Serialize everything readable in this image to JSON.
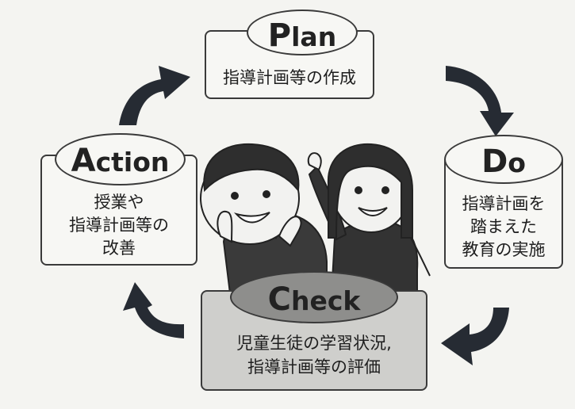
{
  "plan": {
    "label_initial": "P",
    "label_rest": "lan",
    "text": "指導計画等の作成"
  },
  "do": {
    "label_initial": "D",
    "label_rest": "o",
    "lines": [
      "指導計画を",
      "踏まえた",
      "教育の実施"
    ]
  },
  "check": {
    "label_initial": "C",
    "label_rest": "heck",
    "lines": [
      "児童生徒の学習状況,",
      "指導計画等の評価"
    ]
  },
  "action": {
    "label_initial": "A",
    "label_rest": "ction",
    "lines": [
      "授業や",
      "指導計画等の",
      "改善"
    ]
  },
  "colors": {
    "arrow": "#262b33",
    "outline": "#3a3a3a",
    "check_fill": "#cfcfcc",
    "check_pill_fill": "#8e8e8c"
  }
}
